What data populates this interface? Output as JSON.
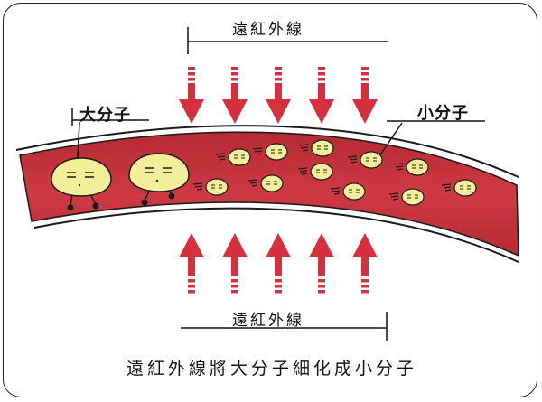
{
  "labels": {
    "far_infrared_top": "遠紅外線",
    "far_infrared_bottom": "遠紅外線",
    "large_molecule": "大分子",
    "small_molecule": "小分子",
    "caption": "遠紅外線將大分子細化成小分子"
  },
  "colors": {
    "vessel": "#c8323c",
    "arrow": "#d6303f",
    "molecule": "#f2ee9a",
    "outline": "#1a1a1a"
  },
  "arrows": {
    "down_count": 5,
    "up_count": 5
  },
  "molecules": {
    "large_count": 2,
    "small_count": 11
  }
}
